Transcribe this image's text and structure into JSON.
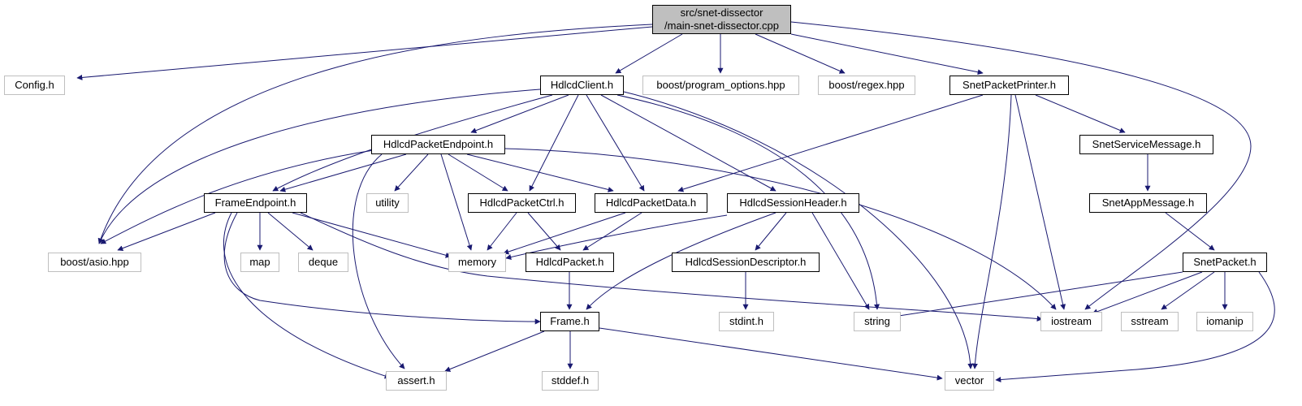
{
  "colors": {
    "edge": "#191970",
    "root_fill": "#bfbfbf",
    "external_border": "#bfbfbf",
    "local_border": "#000000"
  },
  "nodes": {
    "root": {
      "line1": "src/snet-dissector",
      "line2": "/main-snet-dissector.cpp"
    },
    "config": "Config.h",
    "hdlcdclient": "HdlcdClient.h",
    "program_options": "boost/program_options.hpp",
    "regex": "boost/regex.hpp",
    "snetpacketprinter": "SnetPacketPrinter.h",
    "hdlcdpacketendpoint": "HdlcdPacketEndpoint.h",
    "snetservicemessage": "SnetServiceMessage.h",
    "frameendpoint": "FrameEndpoint.h",
    "utility": "utility",
    "hdlcdpacketctrl": "HdlcdPacketCtrl.h",
    "hdlcdpacketdata": "HdlcdPacketData.h",
    "hdlcdsessionheader": "HdlcdSessionHeader.h",
    "snetappmessage": "SnetAppMessage.h",
    "asio": "boost/asio.hpp",
    "map": "map",
    "deque": "deque",
    "memory": "memory",
    "hdlcdpacket": "HdlcdPacket.h",
    "hdlcdsessiondescriptor": "HdlcdSessionDescriptor.h",
    "snetpacket": "SnetPacket.h",
    "frame": "Frame.h",
    "stdint": "stdint.h",
    "string": "string",
    "iostream": "iostream",
    "sstream": "sstream",
    "iomanip": "iomanip",
    "assert": "assert.h",
    "stddef": "stddef.h",
    "vector": "vector"
  }
}
